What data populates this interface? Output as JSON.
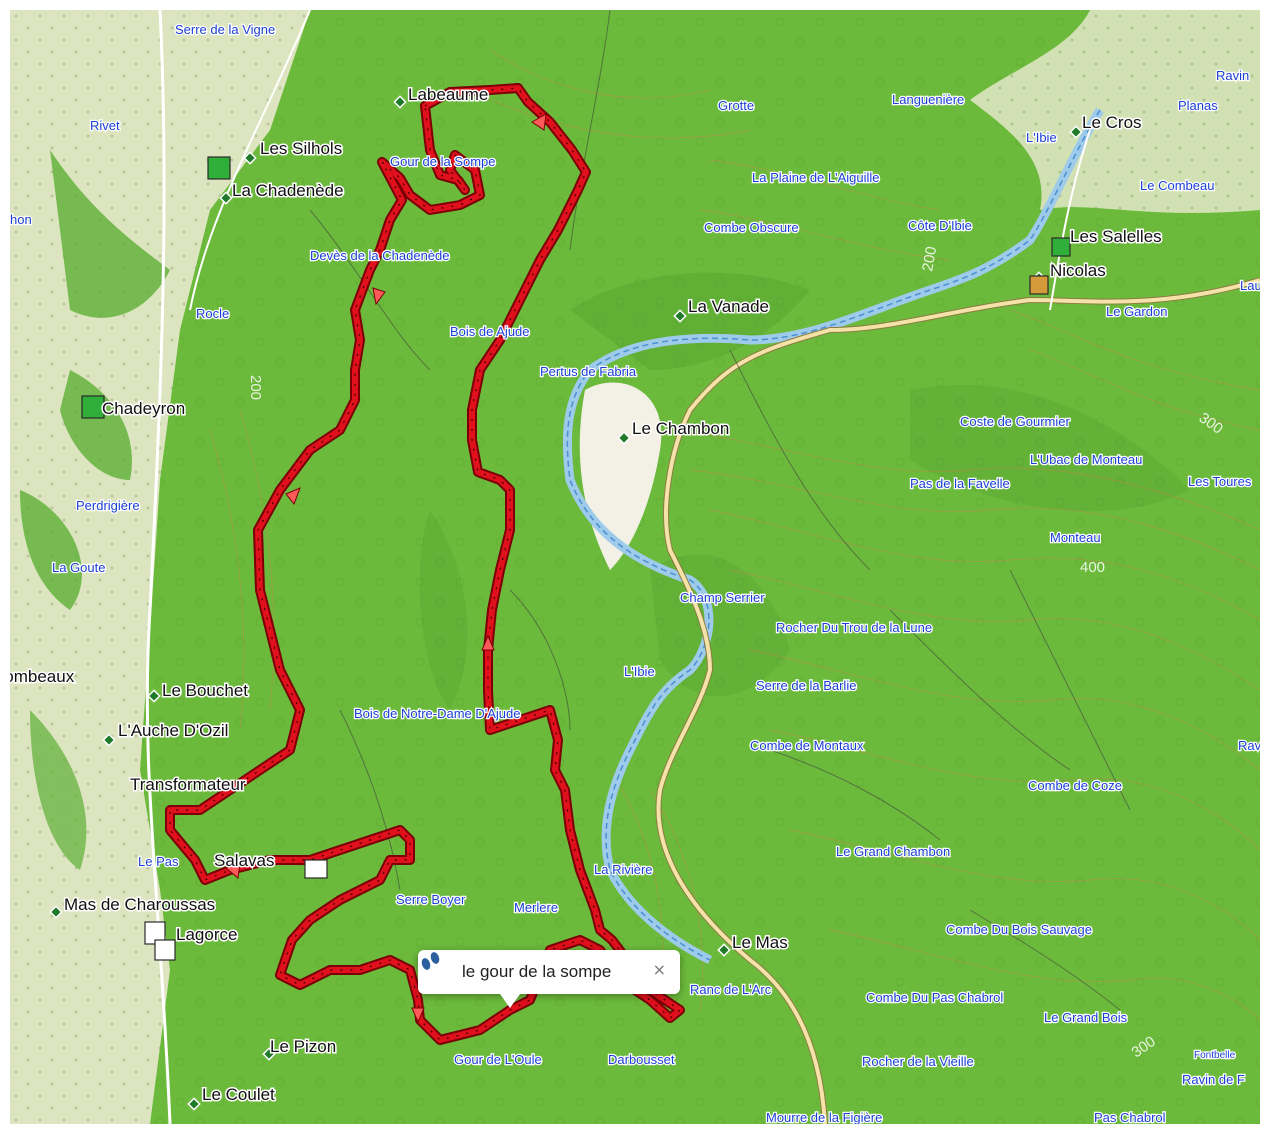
{
  "popup": {
    "title": "le gour de la sompe",
    "close_label": "×",
    "icon": "hiker-footprints-icon"
  },
  "colors": {
    "forest": "#6cba3c",
    "forest_dark": "#4f9a2a",
    "meadow": "#dfe6c2",
    "river": "#9ecbea",
    "track": "#c8000c",
    "road": "#f4e3a8",
    "contour": "#b88a4a"
  },
  "contour_labels": [
    "200",
    "300",
    "400",
    "200",
    "300"
  ],
  "places": [
    {
      "name": "Serre de la Vigne",
      "style": "blue"
    },
    {
      "name": "Rivet",
      "style": "blue"
    },
    {
      "name": "Les Silhols",
      "style": "black"
    },
    {
      "name": "La Chadenède",
      "style": "black"
    },
    {
      "name": "Labeaume",
      "style": "black"
    },
    {
      "name": "Gour de la Sompe",
      "style": "blue"
    },
    {
      "name": "Devès de la Chadenède",
      "style": "blue"
    },
    {
      "name": "Rocle",
      "style": "blue"
    },
    {
      "name": "Chadeyron",
      "style": "black"
    },
    {
      "name": "Perdrigière",
      "style": "blue"
    },
    {
      "name": "La Goute",
      "style": "blue"
    },
    {
      "name": "Combeaux",
      "style": "black"
    },
    {
      "name": "Le Bouchet",
      "style": "black"
    },
    {
      "name": "L'Auche D'Ozil",
      "style": "black"
    },
    {
      "name": "Transformateur",
      "style": "black"
    },
    {
      "name": "Le Pas",
      "style": "blue"
    },
    {
      "name": "Salavas",
      "style": "black"
    },
    {
      "name": "Mas de Charoussas",
      "style": "black"
    },
    {
      "name": "Lagorce",
      "style": "black"
    },
    {
      "name": "Le Pizon",
      "style": "black"
    },
    {
      "name": "Le Coulet",
      "style": "black"
    },
    {
      "name": "Bois de Ajude",
      "style": "blue"
    },
    {
      "name": "Bois de Notre-Dame D'Ajude",
      "style": "blue"
    },
    {
      "name": "Serre Boyer",
      "style": "blue"
    },
    {
      "name": "Merlere",
      "style": "blue"
    },
    {
      "name": "Gour de L'Oule",
      "style": "blue"
    },
    {
      "name": "Darbousset",
      "style": "blue"
    },
    {
      "name": "Grotte",
      "style": "blue"
    },
    {
      "name": "La Plaine de L'Aiguille",
      "style": "blue"
    },
    {
      "name": "Combe Obscure",
      "style": "blue"
    },
    {
      "name": "La Vanade",
      "style": "black"
    },
    {
      "name": "Pertus de Fabria",
      "style": "blue"
    },
    {
      "name": "Le Chambon",
      "style": "black"
    },
    {
      "name": "Languenière",
      "style": "blue"
    },
    {
      "name": "L'Ibie",
      "style": "blue"
    },
    {
      "name": "Le Cros",
      "style": "black"
    },
    {
      "name": "Planas",
      "style": "blue"
    },
    {
      "name": "Ravin",
      "style": "blue"
    },
    {
      "name": "Le Combeau",
      "style": "blue"
    },
    {
      "name": "Côte D'Ibie",
      "style": "blue"
    },
    {
      "name": "Les Salelles",
      "style": "black"
    },
    {
      "name": "Nicolas",
      "style": "black"
    },
    {
      "name": "Le Gardon",
      "style": "blue"
    },
    {
      "name": "Coste de Gourmier",
      "style": "blue"
    },
    {
      "name": "L'Ubac de Monteau",
      "style": "blue"
    },
    {
      "name": "Pas de la Favelle",
      "style": "blue"
    },
    {
      "name": "Les Toures",
      "style": "blue"
    },
    {
      "name": "Monteau",
      "style": "blue"
    },
    {
      "name": "Champ Serrier",
      "style": "blue"
    },
    {
      "name": "Rocher Du Trou de la Lune",
      "style": "blue"
    },
    {
      "name": "L'Ibie",
      "style": "blue"
    },
    {
      "name": "Serre de la Barlie",
      "style": "blue"
    },
    {
      "name": "Combe de Montaux",
      "style": "blue"
    },
    {
      "name": "Combe de Coze",
      "style": "blue"
    },
    {
      "name": "La Rivière",
      "style": "blue"
    },
    {
      "name": "Le Grand Chambon",
      "style": "blue"
    },
    {
      "name": "Le Mas",
      "style": "black"
    },
    {
      "name": "Combe Du Bois Sauvage",
      "style": "blue"
    },
    {
      "name": "Ranc de L'Arc",
      "style": "blue"
    },
    {
      "name": "Combe Du Pas Chabrol",
      "style": "blue"
    },
    {
      "name": "Le Grand Bois",
      "style": "blue"
    },
    {
      "name": "Rocher de la Vieille",
      "style": "blue"
    },
    {
      "name": "Mourre de la Figière",
      "style": "blue"
    },
    {
      "name": "Pas Chabrol",
      "style": "blue"
    },
    {
      "name": "Ravin de F",
      "style": "blue"
    },
    {
      "name": "Fontbelle",
      "style": "blue"
    },
    {
      "name": "Ravi",
      "style": "blue"
    },
    {
      "name": "Lau",
      "style": "blue"
    },
    {
      "name": "hon",
      "style": "blue"
    }
  ]
}
